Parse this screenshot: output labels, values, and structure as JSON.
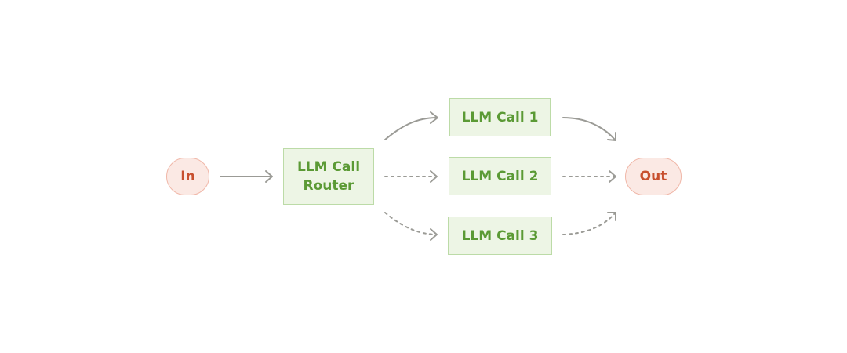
{
  "nodes": {
    "input": "In",
    "router": [
      "LLM Call",
      "Router"
    ],
    "call_1": "LLM Call 1",
    "call_2": "LLM Call 2",
    "call_3": "LLM Call 3",
    "output": "Out"
  },
  "colors": {
    "pill_fill": "#fbe9e4",
    "pill_border": "#f0b7a8",
    "pill_text": "#c8502f",
    "box_fill": "#edf5e5",
    "box_border": "#bcdba7",
    "box_text": "#5b9a35",
    "edge": "#9b9b96"
  },
  "edges": [
    {
      "from": "In",
      "to": "LLM Call Router",
      "style": "solid"
    },
    {
      "from": "LLM Call Router",
      "to": "LLM Call 1",
      "style": "solid"
    },
    {
      "from": "LLM Call Router",
      "to": "LLM Call 2",
      "style": "dashed"
    },
    {
      "from": "LLM Call Router",
      "to": "LLM Call 3",
      "style": "dashed"
    },
    {
      "from": "LLM Call 1",
      "to": "Out",
      "style": "solid"
    },
    {
      "from": "LLM Call 2",
      "to": "Out",
      "style": "dashed"
    },
    {
      "from": "LLM Call 3",
      "to": "Out",
      "style": "dashed"
    }
  ]
}
